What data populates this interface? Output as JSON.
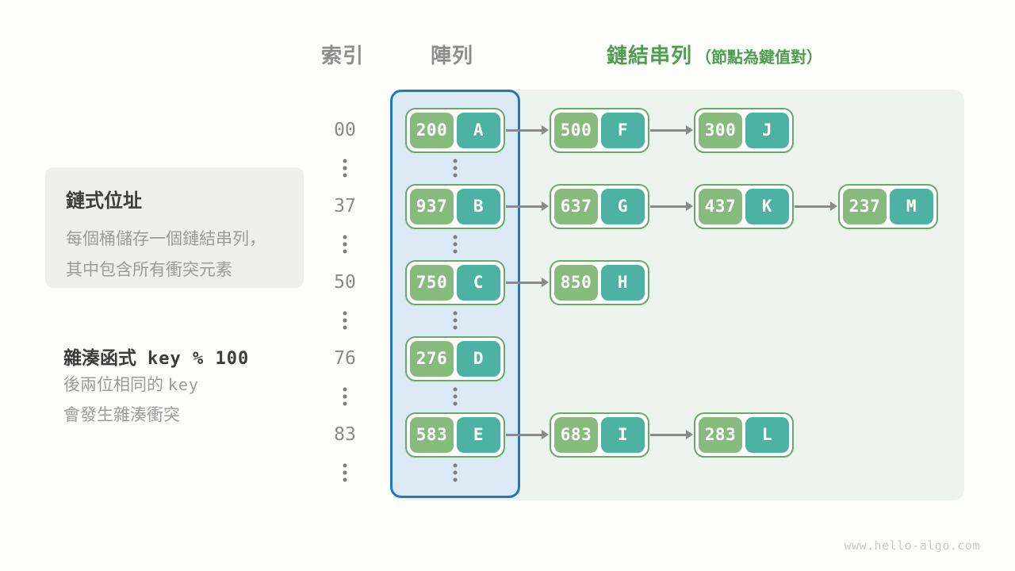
{
  "header": {
    "index_col": "索引",
    "array_col": "陣列",
    "list_col": "鏈結串列",
    "list_col_note": "（節點為鍵值對）"
  },
  "info_box": {
    "title": "鏈式位址",
    "lines": [
      "每個桶儲存一個鏈結串列，",
      "其中包含所有衝突元素"
    ]
  },
  "hash_note": {
    "title_prefix": "雜湊函式",
    "title_code": "key % 100",
    "line1_prefix": "後兩位相同的",
    "line1_code": "key",
    "line2": "會發生雜湊衝突"
  },
  "buckets": [
    {
      "index": "00",
      "nodes": [
        {
          "key": "200",
          "val": "A"
        },
        {
          "key": "500",
          "val": "F"
        },
        {
          "key": "300",
          "val": "J"
        }
      ]
    },
    {
      "index": "37",
      "nodes": [
        {
          "key": "937",
          "val": "B"
        },
        {
          "key": "637",
          "val": "G"
        },
        {
          "key": "437",
          "val": "K"
        },
        {
          "key": "237",
          "val": "M"
        }
      ]
    },
    {
      "index": "50",
      "nodes": [
        {
          "key": "750",
          "val": "C"
        },
        {
          "key": "850",
          "val": "H"
        }
      ]
    },
    {
      "index": "76",
      "nodes": [
        {
          "key": "276",
          "val": "D"
        }
      ]
    },
    {
      "index": "83",
      "nodes": [
        {
          "key": "583",
          "val": "E"
        },
        {
          "key": "683",
          "val": "I"
        },
        {
          "key": "283",
          "val": "L"
        }
      ]
    }
  ],
  "watermark": "www.hello-algo.com",
  "colors": {
    "page_bg": "#fdfdfc",
    "muted_header": "#8d8d8d",
    "accent_green": "#4f9d51",
    "info_box_bg": "#efefee",
    "title_dark": "#3c3c3c",
    "body_gray": "#9b9b9b",
    "index_gray": "#8a8a8a",
    "array_border": "#1f78c2",
    "array_fill": "#dceaf6",
    "list_bg": "#edf4ed",
    "node_border": "#69a967",
    "node_fill": "#ffffff",
    "key_pill": "#86bb7d",
    "value_pill": "#4eb2a3",
    "arrow": "#8a8a8a",
    "watermark": "#c9c9c9"
  }
}
